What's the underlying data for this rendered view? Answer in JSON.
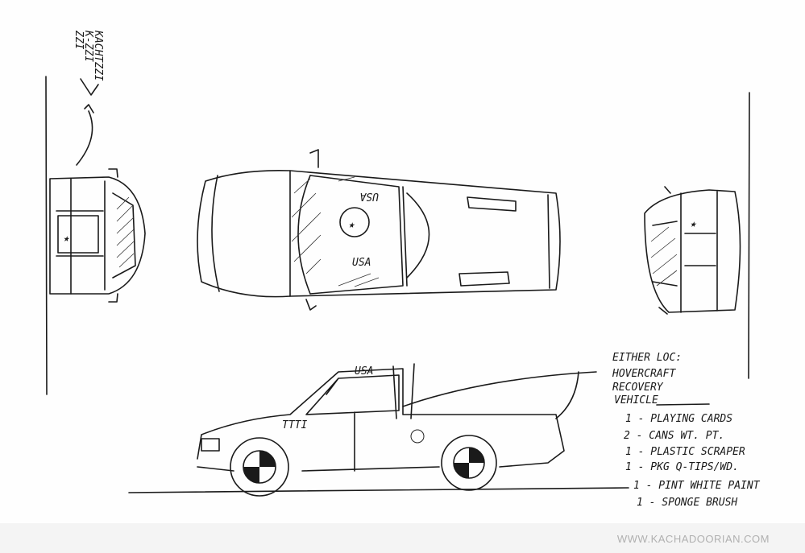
{
  "signature": {
    "lines": [
      "KACHTZZI",
      "K-ZZI",
      "ZZI"
    ]
  },
  "vehicle_markings": {
    "top_hood": "USA",
    "top_hood_rev": "USA",
    "side_roof": "USA"
  },
  "notes": {
    "heading": "EITHER LOC:",
    "title_lines": [
      "HOVERCRAFT",
      "RECOVERY",
      "VEHICLE"
    ],
    "items": [
      "1 - PLAYING CARDS",
      "2 - CANS WT. PT.",
      "1 - PLASTIC SCRAPER",
      "1 - PKG Q-TIPS/WD.",
      "1 - PINT WHITE PAINT",
      "1 - SPONGE BRUSH"
    ]
  },
  "footer": {
    "watermark": "WWW.KACHADOORIAN.COM"
  }
}
